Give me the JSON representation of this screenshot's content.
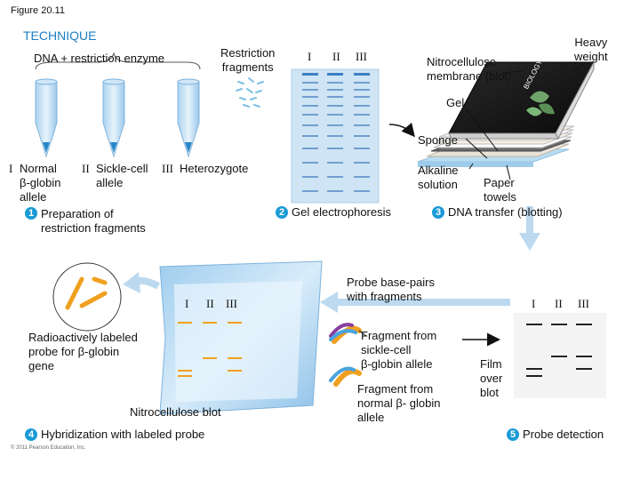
{
  "figure_label": "Figure 20.11",
  "technique_label": "TECHNIQUE",
  "dna_enzyme_label": "DNA + restriction enzyme",
  "restriction_fragments_label": "Restriction\nfragments",
  "lane_labels": [
    "I",
    "II",
    "III"
  ],
  "membrane_label": "Nitrocellulose\nmembrane (blot)",
  "heavy_weight_label": "Heavy\nweight",
  "gel_label": "Gel",
  "sponge_label": "Sponge",
  "alkaline_label": "Alkaline\nsolution",
  "paper_towels_label": "Paper\ntowels",
  "book_text": "BIOLOGY",
  "legend": {
    "normal": "Normal\nβ-globin\nallele",
    "sickle": "Sickle-cell\nallele",
    "hetero": "Heterozygote"
  },
  "steps": {
    "s1": {
      "num": "1",
      "label": "Preparation of\nrestriction fragments"
    },
    "s2": {
      "num": "2",
      "label": "Gel electrophoresis"
    },
    "s3": {
      "num": "3",
      "label": "DNA transfer (blotting)"
    },
    "s4": {
      "num": "4",
      "label": "Hybridization with labeled probe"
    },
    "s5": {
      "num": "5",
      "label": "Probe detection"
    }
  },
  "probe_basepairs_label": "Probe base-pairs\nwith fragments",
  "radioactive_label": "Radioactively labeled\nprobe for β-globin\ngene",
  "nitro_blot_label": "Nitrocellulose blot",
  "sickle_fragment_label": "Fragment from\nsickle-cell\nβ-globin allele",
  "normal_fragment_label": "Fragment from\nnormal β- globin\nallele",
  "film_label": "Film\nover\nblot",
  "copyright": "© 2011 Pearson Education, Inc.",
  "colors": {
    "accent": "#1a9ad6",
    "gel_blue": "#cfe4f4",
    "band": "#3b7fc4",
    "probe_orange": "#f0a020"
  }
}
